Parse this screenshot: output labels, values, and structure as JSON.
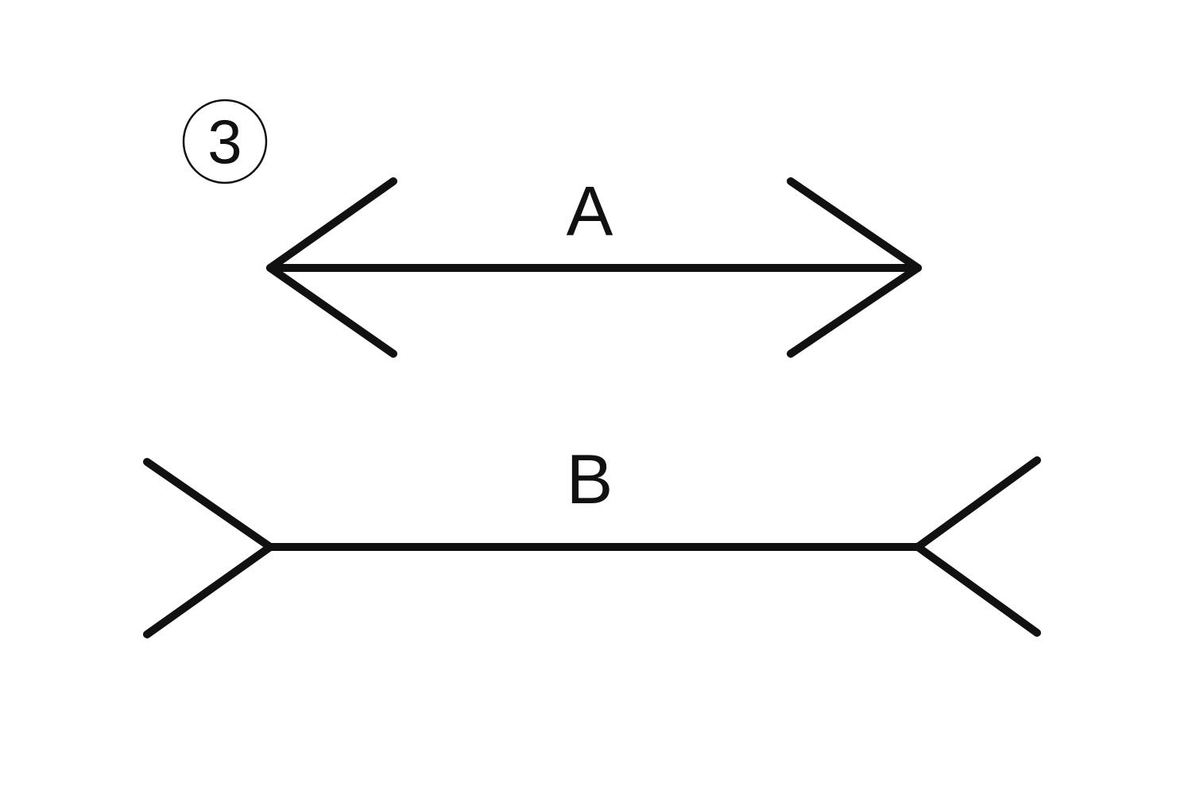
{
  "figure": {
    "number": "3",
    "lines": [
      {
        "label": "A",
        "fins": "arrowheads-inward"
      },
      {
        "label": "B",
        "fins": "tails-outward"
      }
    ]
  },
  "colors": {
    "background": "#ffffff",
    "ink": "#111111"
  }
}
